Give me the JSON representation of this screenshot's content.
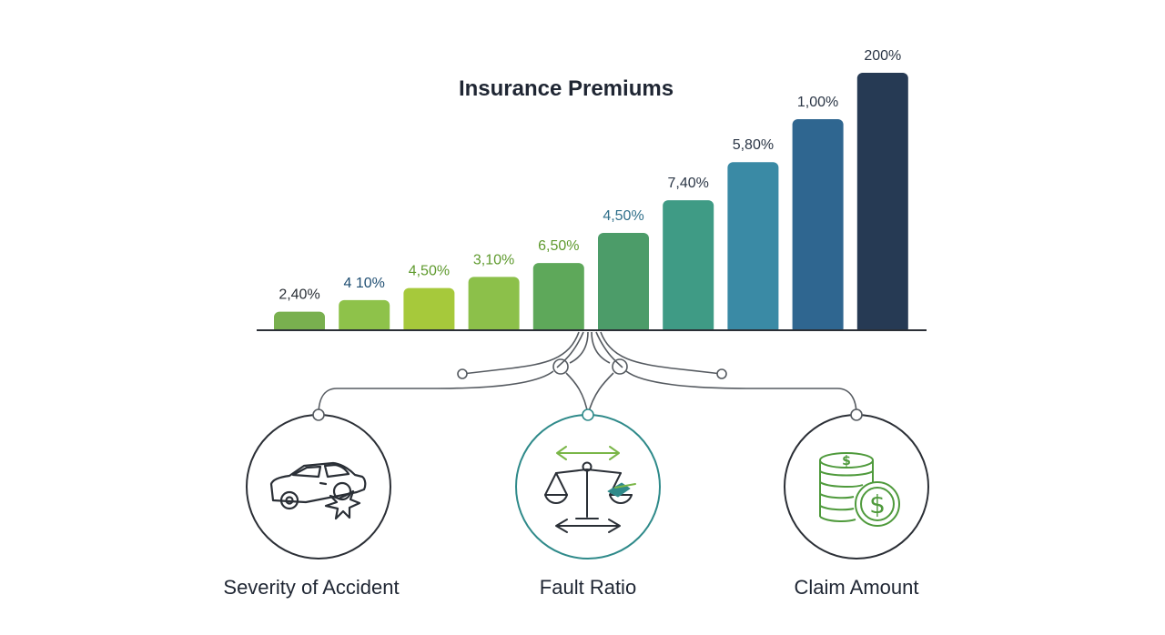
{
  "title": "Insurance Premiums",
  "colors": {
    "axis": "#2b2f36",
    "connector": "#555a60",
    "icon_stroke": "#2a2f36",
    "fault_circle": "#2f8a8a",
    "money_green": "#4f9a3c"
  },
  "chart_data": {
    "type": "bar",
    "title": "Insurance Premiums",
    "xlabel": "",
    "ylabel": "",
    "grid": false,
    "legend": "none",
    "bars": [
      {
        "label": "2,40%",
        "height": 0.072,
        "color": "#79b04f",
        "label_color": "#2a2f36"
      },
      {
        "label": "4 10%",
        "height": 0.117,
        "color": "#8ec24a",
        "label_color": "#1f4e72"
      },
      {
        "label": "4,50%",
        "height": 0.164,
        "color": "#a6c93b",
        "label_color": "#5f9a2e"
      },
      {
        "label": "3,10%",
        "height": 0.207,
        "color": "#8cc04a",
        "label_color": "#5f9a2e"
      },
      {
        "label": "6,50%",
        "height": 0.261,
        "color": "#5ea85a",
        "label_color": "#5f9a2e"
      },
      {
        "label": "4,50%",
        "height": 0.378,
        "color": "#4c9c69",
        "label_color": "#2f6f8a"
      },
      {
        "label": "7,40%",
        "height": 0.505,
        "color": "#3f9b85",
        "label_color": "#2a3545"
      },
      {
        "label": "5,80%",
        "height": 0.653,
        "color": "#3a8aa5",
        "label_color": "#2a3545"
      },
      {
        "label": "1,00%",
        "height": 0.82,
        "color": "#2f6690",
        "label_color": "#2a3545"
      },
      {
        "label": "200%",
        "height": 1.0,
        "color": "#263a54",
        "label_color": "#2a3545"
      }
    ]
  },
  "factors": [
    {
      "label": "Severity of Accident",
      "icon": "car-crash-icon"
    },
    {
      "label": "Fault Ratio",
      "icon": "balance-scale-icon"
    },
    {
      "label": "Claim Amount",
      "icon": "dollar-coins-icon"
    }
  ]
}
